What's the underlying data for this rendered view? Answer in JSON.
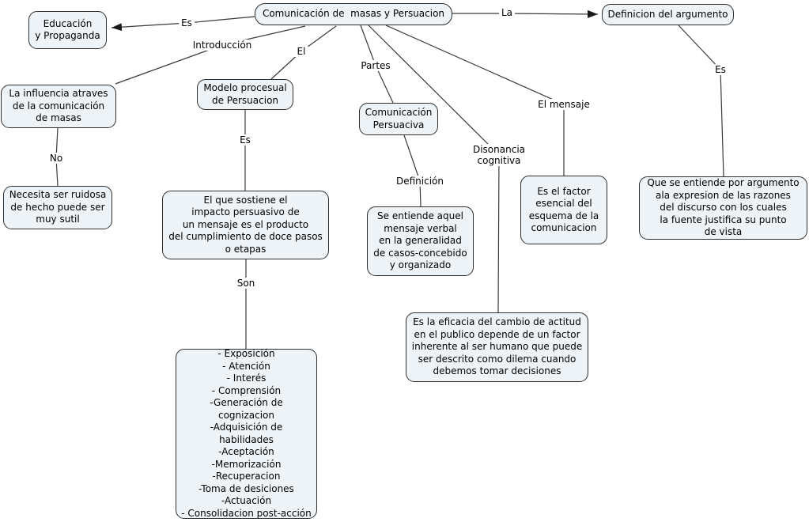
{
  "concept_map": {
    "nodes": {
      "main": "Comunicación de  masas y Persuacion",
      "educacion": "Educación\ny Propaganda",
      "influencia": "La influencia atraves\nde la comunicación\nde masas",
      "necesita": "Necesita ser ruidosa\nde hecho puede ser\nmuy sutil",
      "modelo": "Modelo procesual\nde Persuacion",
      "sostiene": "El que sostiene el\nimpacto persuasivo de\nun mensaje es el producto\ndel cumplimiento de doce pasos\no etapas",
      "lista": "- Exposición\n- Atención\n- Interés\n- Comprensión\n-Generación de\ncognizacion\n-Adquisición de\nhabilidades\n-Aceptación\n-Memorización\n-Recuperacion\n-Toma de desiciones\n-Actuación\n- Consolidacion post-acción",
      "persuaciva": "Comunicación\nPersuaciva",
      "entiende": "Se entiende aquel\nmensaje verbal\nen la generalidad\nde casos-concebido\ny organizado",
      "factor": "Es el factor\nesencial del\nesquema de la\ncomunicacion",
      "eficacia": "Es la eficacia del cambio de actitud\nen el publico depende de un factor\ninherente al ser humano que puede\nser descrito como dilema cuando\ndebemos tomar decisiones",
      "defargumento": "Definicion del argumento",
      "queentiende": "Que se entiende por argumento\nala expresion de las razones\ndel discurso con los cuales\nla fuente justifica su punto\nde vista"
    },
    "link_labels": {
      "es_educacion": "Es",
      "introduccion": "Introducción",
      "el": "El",
      "partes": "Partes",
      "disonancia": "Disonancia\ncognitiva",
      "el_mensaje": "El mensaje",
      "la": "La",
      "no": "No",
      "es_modelo": "Es",
      "son": "Son",
      "definicion": "Definición",
      "es_argumento": "Es"
    },
    "colors": {
      "node_fill": "#edf3f7",
      "node_border": "#2e2e2e",
      "line": "#3a3a3a",
      "background": "#ffffff",
      "text": "#000000"
    }
  }
}
